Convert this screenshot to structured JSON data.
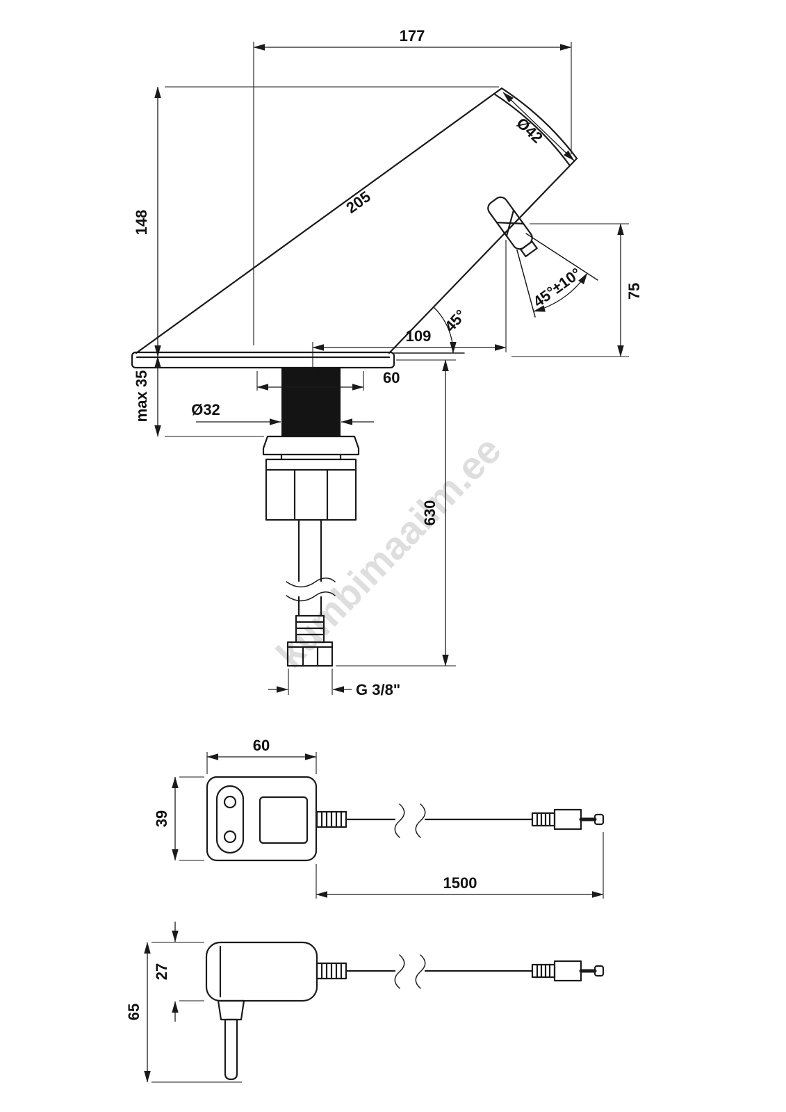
{
  "watermark": {
    "text": "kumbimaailm.ee"
  },
  "faucet_view": {
    "dims": {
      "width_overall": "177",
      "height": "148",
      "body_length": "205",
      "spout_diameter": "Ø42",
      "outlet_angle": "45°±10°",
      "outlet_height": "75",
      "base_angle": "45°",
      "outlet_reach": "109",
      "max_deck_thickness": "max 35",
      "base_width": "60",
      "shank_diameter": "Ø32",
      "hose_length": "630",
      "thread": "G 3/8\""
    }
  },
  "adapter_top_view": {
    "dims": {
      "width": "60",
      "depth": "39",
      "cable_length": "1500"
    }
  },
  "adapter_side_view": {
    "dims": {
      "body_height": "27",
      "total_height": "65"
    }
  }
}
